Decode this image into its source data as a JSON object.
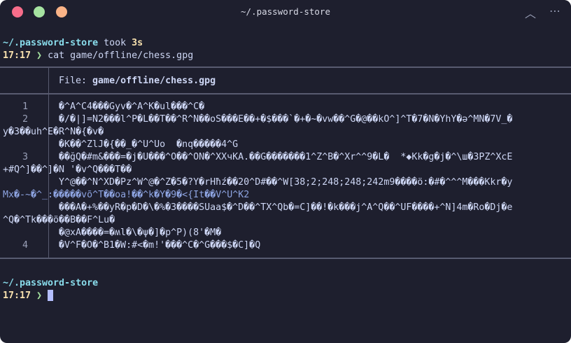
{
  "window": {
    "title": "~/.password-store",
    "up_icon": "chevron-up-icon",
    "more_icon": "more-icon"
  },
  "prompt1": {
    "dir": "~/.password-store",
    "took_word": " took ",
    "duration": "3s",
    "time": "17:17",
    "arrow": " ❯ ",
    "command": "cat game/offline/chess.gpg"
  },
  "bat": {
    "file_prefix": "File: ",
    "file_name": "game/offline/chess.gpg",
    "line_numbers": [
      "1",
      "2",
      "3",
      "4"
    ],
    "lines": [
      "�^A^C4���Gyv�^A^K�ul���^C�",
      "�/�|]=N2���l^P�L��T��^R^N��oS���E��+�$���`�+�~�vw��^G�@��kO^]^T�7�N�YhY�ə^MN�7V_�",
      "y�3��uh^E�R^N�{�v�",
      "�K��^ZlJ�{��_�^U^Uo  �nq�����4^G",
      "��ğQ�#m&���=�j�U���^O��^ON�^XXчKA.��G�������1^Z^B�^Xr^^9�L�  *◆Kk�g�j�^\\ш�3PZ^XcE",
      "+#Q^]��^]�N '�v^Q���T��",
      "Y^@��^N^XD�Pz^W^@�^Z�5�?Y�rHħź��20^D#��^W[38;2;248;248;242m9����ö:�#�^^^M���Kkr�y",
      "Mx�-~�^_:�����võ^T��oa!��^k�Y�9�<{It��V^U^K2",
      "���A�+%��yR�p�D�\\�%�3����SUaa$�^D��^TX^Qb�=C]��!�k���j^A^Q��^UF����+^N]4m�Ro�Dj�e",
      "^Q�^Tk���ö��B��F^Lu�",
      "�@xA����=�ʍl�\\�ψ�]�p^P)(8'�M�",
      "�V^F�O�^B1�W:#<�m!'���^C�^G���$�C]�Q"
    ]
  },
  "prompt2": {
    "dir": "~/.password-store",
    "time": "17:17",
    "arrow": " ❯ "
  }
}
